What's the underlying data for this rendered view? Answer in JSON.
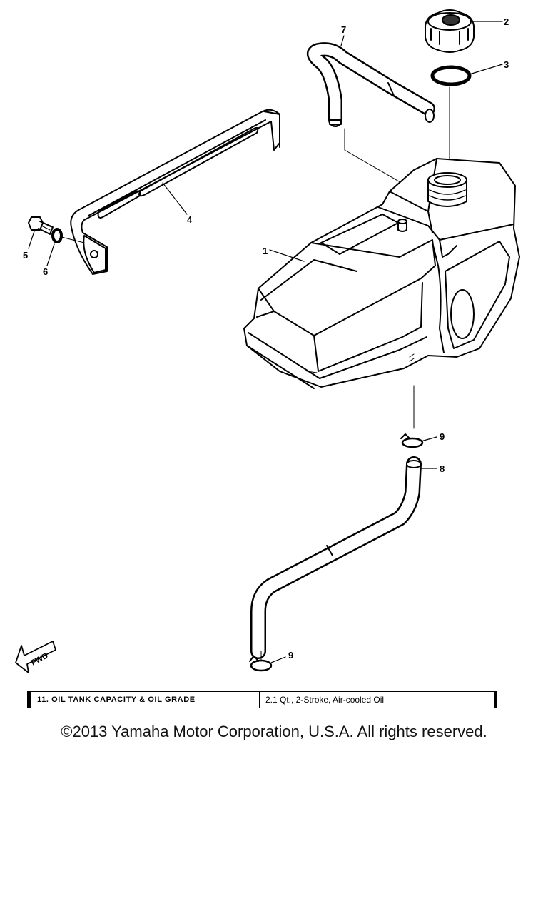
{
  "diagram": {
    "callouts": [
      {
        "id": "c1",
        "number": "1"
      },
      {
        "id": "c2",
        "number": "2"
      },
      {
        "id": "c3",
        "number": "3"
      },
      {
        "id": "c4",
        "number": "4"
      },
      {
        "id": "c5",
        "number": "5"
      },
      {
        "id": "c6",
        "number": "6"
      },
      {
        "id": "c7",
        "number": "7"
      },
      {
        "id": "c8",
        "number": "8"
      },
      {
        "id": "c9a",
        "number": "9"
      },
      {
        "id": "c9b",
        "number": "9"
      }
    ],
    "fwd_label": "FWD"
  },
  "spec": {
    "label": "11.  OIL TANK CAPACITY & OIL GRADE",
    "value": "2.1 Qt., 2-Stroke, Air-cooled Oil"
  },
  "footer": {
    "copyright": "©2013 Yamaha Motor Corporation, U.S.A. All rights reserved."
  },
  "colors": {
    "line": "#000000",
    "background": "#ffffff"
  }
}
